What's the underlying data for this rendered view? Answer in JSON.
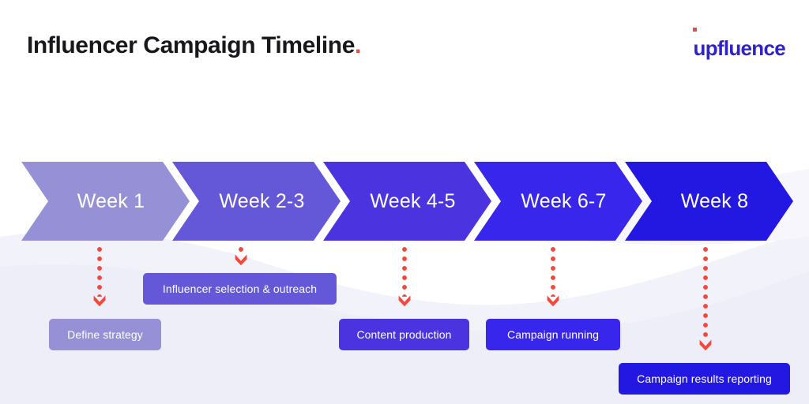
{
  "header": {
    "title": "Influencer Campaign Timeline",
    "title_accent": ".",
    "brand_u": "u",
    "brand_rest": "pfluence",
    "brand_color": "#3022c9",
    "accent_color": "#f4483c"
  },
  "timeline": {
    "connector_color": "#f4483c",
    "phases": [
      {
        "id": "week-1",
        "label": "Week 1",
        "color": "#9691d6",
        "task": "Define strategy",
        "task_color": "#9691d6"
      },
      {
        "id": "week-2-3",
        "label": "Week 2-3",
        "color": "#6457d8",
        "task": "Influencer selection & outreach",
        "task_color": "#6457d8"
      },
      {
        "id": "week-4-5",
        "label": "Week 4-5",
        "color": "#4b34df",
        "task": "Content production",
        "task_color": "#4b34df"
      },
      {
        "id": "week-6-7",
        "label": "Week 6-7",
        "color": "#3826ec",
        "task": "Campaign running",
        "task_color": "#3826ec"
      },
      {
        "id": "week-8",
        "label": "Week 8",
        "color": "#2218e2",
        "task": "Campaign results reporting",
        "task_color": "#2218e2"
      }
    ]
  }
}
